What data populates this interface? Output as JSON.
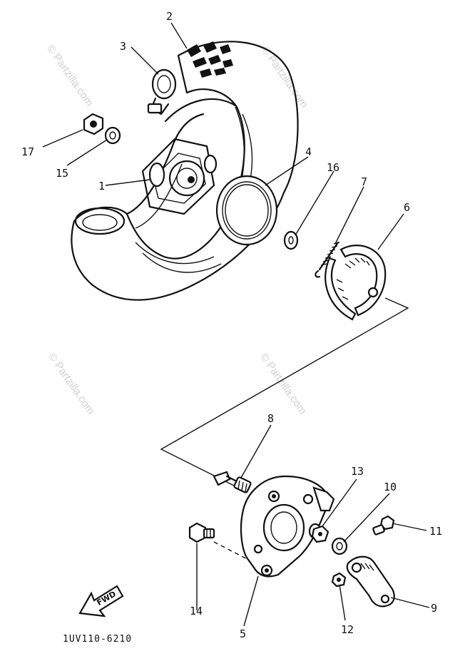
{
  "watermark": "© Partzilla.com",
  "part_number": "1UV110-6210",
  "fwd_label": "FWD",
  "callouts": [
    {
      "id": "1",
      "label": "1"
    },
    {
      "id": "2",
      "label": "2"
    },
    {
      "id": "3",
      "label": "3"
    },
    {
      "id": "4",
      "label": "4"
    },
    {
      "id": "5",
      "label": "5"
    },
    {
      "id": "6",
      "label": "6"
    },
    {
      "id": "7",
      "label": "7"
    },
    {
      "id": "8",
      "label": "8"
    },
    {
      "id": "9",
      "label": "9"
    },
    {
      "id": "10",
      "label": "10"
    },
    {
      "id": "11",
      "label": "11"
    },
    {
      "id": "12",
      "label": "12"
    },
    {
      "id": "13",
      "label": "13"
    },
    {
      "id": "14",
      "label": "14"
    },
    {
      "id": "15",
      "label": "15"
    },
    {
      "id": "16",
      "label": "16"
    },
    {
      "id": "17",
      "label": "17"
    }
  ]
}
